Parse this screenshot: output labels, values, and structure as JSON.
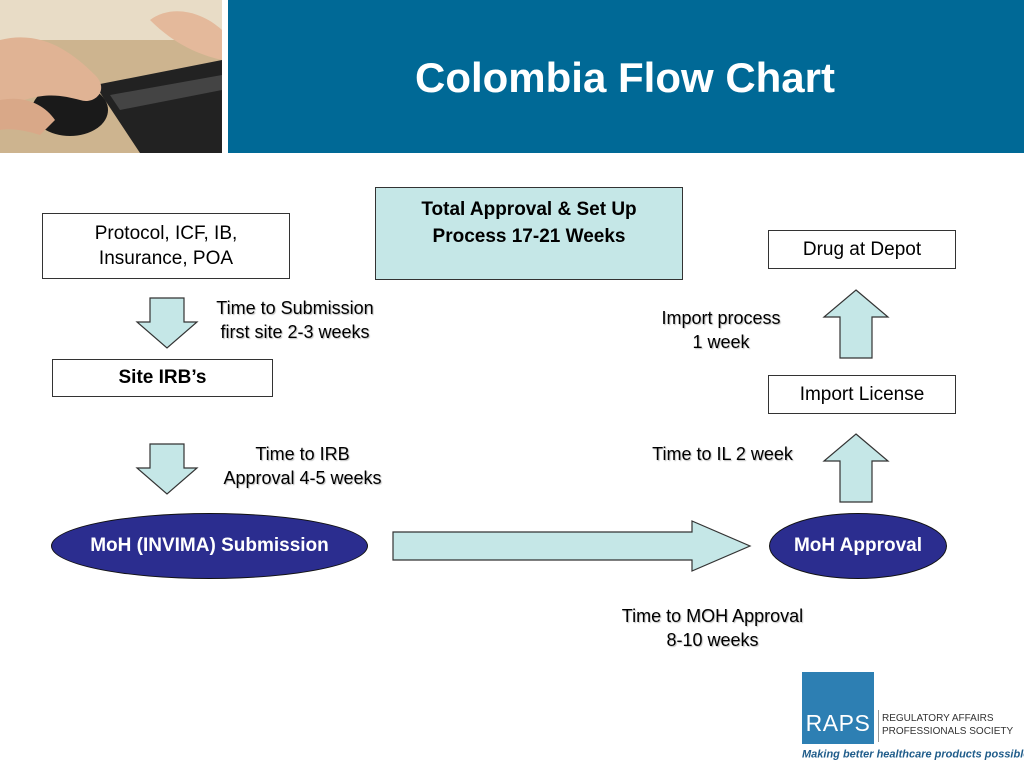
{
  "title": "Colombia Flow Chart",
  "boxes": {
    "protocol": "Protocol, ICF, IB,\nInsurance, POA",
    "site_irb": "Site IRB’s",
    "total_approval": "Total Approval & Set Up\nProcess 17-21 Weeks",
    "drug_depot": "Drug at Depot",
    "import_license": "Import License",
    "moh_submission": "MoH (INVIMA) Submission",
    "moh_approval": "MoH Approval"
  },
  "labels": {
    "time_submission": "Time to Submission\nfirst site 2-3 weeks",
    "time_irb": "Time to IRB\nApproval 4-5 weeks",
    "time_moh": "Time to MOH  Approval\n8-10 weeks",
    "import_process": "Import process\n1 week",
    "time_il": "Time to IL 2 week"
  },
  "logo": {
    "acronym": "RAPS",
    "line1": "REGULATORY AFFAIRS",
    "line2": "PROFESSIONALS SOCIETY",
    "tagline": "Making better healthcare products possible",
    "mark": "sm"
  },
  "colors": {
    "header": "#006996",
    "arrow_fill": "#c5e7e7",
    "ellipse_fill": "#2b2d8f",
    "total_box_fill": "#c5e7e7"
  }
}
